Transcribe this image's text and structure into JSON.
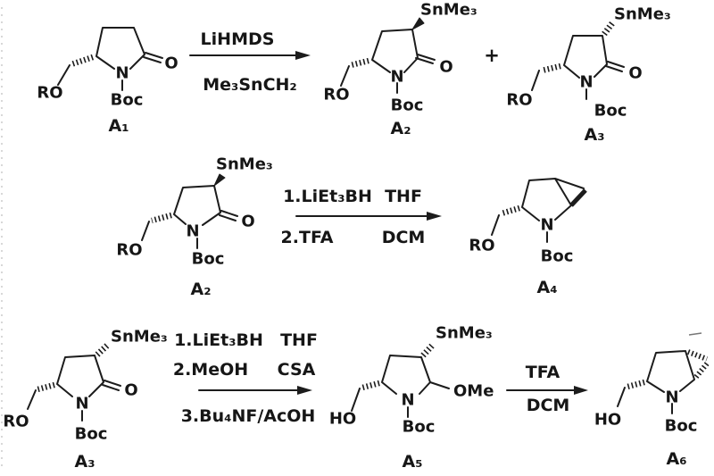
{
  "atoms": {
    "n": "N",
    "o": "O"
  },
  "groups": {
    "ro": "RO",
    "ho": "HO",
    "boc": "Boc",
    "snme3": "SnMe₃",
    "ome": "OMe"
  },
  "compounds": {
    "a1": "A₁",
    "a2": "A₂",
    "a3": "A₃",
    "a4": "A₄",
    "a5": "A₅",
    "a6": "A₆"
  },
  "operators": {
    "plus": "+"
  },
  "reactions": {
    "step1": {
      "line1": "LiHMDS",
      "line2": "Me₃SnCH₂"
    },
    "step2": {
      "line1": "1.LiEt₃BH",
      "solvent1": "THF",
      "line2": "2.TFA",
      "solvent2": "DCM"
    },
    "step3": {
      "line1": "1.LiEt₃BH",
      "solvent1": "THF",
      "line2": "2.MeOH",
      "reagent2": "CSA",
      "line3": "3.Bu₄NF/AcOH"
    },
    "step4": {
      "line1": "TFA",
      "line2": "DCM"
    }
  }
}
